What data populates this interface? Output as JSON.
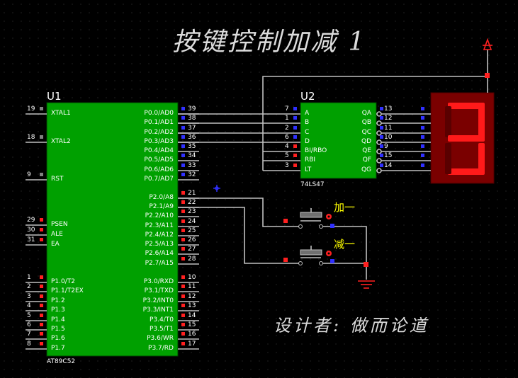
{
  "title": "按键控制加减 1",
  "designer": "设计者: 做而论道",
  "u1": {
    "ref": "U1",
    "part": "AT89C52",
    "left_pins": [
      {
        "num": "19",
        "name": "XTAL1"
      },
      {
        "num": "18",
        "name": "XTAL2"
      },
      {
        "num": "9",
        "name": "RST"
      },
      {
        "num": "29",
        "name": "PSEN"
      },
      {
        "num": "30",
        "name": "ALE"
      },
      {
        "num": "31",
        "name": "EA"
      },
      {
        "num": "1",
        "name": "P1.0/T2"
      },
      {
        "num": "2",
        "name": "P1.1/T2EX"
      },
      {
        "num": "3",
        "name": "P1.2"
      },
      {
        "num": "4",
        "name": "P1.3"
      },
      {
        "num": "5",
        "name": "P1.4"
      },
      {
        "num": "6",
        "name": "P1.5"
      },
      {
        "num": "7",
        "name": "P1.6"
      },
      {
        "num": "8",
        "name": "P1.7"
      }
    ],
    "right_pins": [
      {
        "num": "39",
        "name": "P0.0/AD0"
      },
      {
        "num": "38",
        "name": "P0.1/AD1"
      },
      {
        "num": "37",
        "name": "P0.2/AD2"
      },
      {
        "num": "36",
        "name": "P0.3/AD3"
      },
      {
        "num": "35",
        "name": "P0.4/AD4"
      },
      {
        "num": "34",
        "name": "P0.5/AD5"
      },
      {
        "num": "33",
        "name": "P0.6/AD6"
      },
      {
        "num": "32",
        "name": "P0.7/AD7"
      },
      {
        "num": "21",
        "name": "P2.0/A8"
      },
      {
        "num": "22",
        "name": "P2.1/A9"
      },
      {
        "num": "23",
        "name": "P2.2/A10"
      },
      {
        "num": "24",
        "name": "P2.3/A11"
      },
      {
        "num": "25",
        "name": "P2.4/A12"
      },
      {
        "num": "26",
        "name": "P2.5/A13"
      },
      {
        "num": "27",
        "name": "P2.6/A14"
      },
      {
        "num": "28",
        "name": "P2.7/A15"
      },
      {
        "num": "10",
        "name": "P3.0/RXD"
      },
      {
        "num": "11",
        "name": "P3.1/TXD"
      },
      {
        "num": "12",
        "name": "P3.2/INT0"
      },
      {
        "num": "13",
        "name": "P3.3/INT1"
      },
      {
        "num": "14",
        "name": "P3.4/T0"
      },
      {
        "num": "15",
        "name": "P3.5/T1"
      },
      {
        "num": "16",
        "name": "P3.6/WR"
      },
      {
        "num": "17",
        "name": "P3.7/RD"
      }
    ]
  },
  "u2": {
    "ref": "U2",
    "part": "74LS47",
    "inputs": [
      {
        "num": "7",
        "name": "A"
      },
      {
        "num": "1",
        "name": "B"
      },
      {
        "num": "2",
        "name": "C"
      },
      {
        "num": "6",
        "name": "D"
      },
      {
        "num": "4",
        "name": "BI/RBO"
      },
      {
        "num": "5",
        "name": "RBI"
      },
      {
        "num": "3",
        "name": "LT"
      }
    ],
    "outputs": [
      {
        "num": "13",
        "name": "QA"
      },
      {
        "num": "12",
        "name": "QB"
      },
      {
        "num": "11",
        "name": "QC"
      },
      {
        "num": "10",
        "name": "QD"
      },
      {
        "num": "9",
        "name": "QE"
      },
      {
        "num": "15",
        "name": "QF"
      },
      {
        "num": "14",
        "name": "QG"
      }
    ]
  },
  "display": {
    "digit": "3",
    "segment_color": "#ff1a1a"
  },
  "buttons": {
    "plus_label": "加一",
    "minus_label": "减一"
  },
  "colors": {
    "chip_fill": "#00a000",
    "wire": "#c0c0c0",
    "pin_red": "#ff2020",
    "pin_blue": "#3030ff"
  }
}
